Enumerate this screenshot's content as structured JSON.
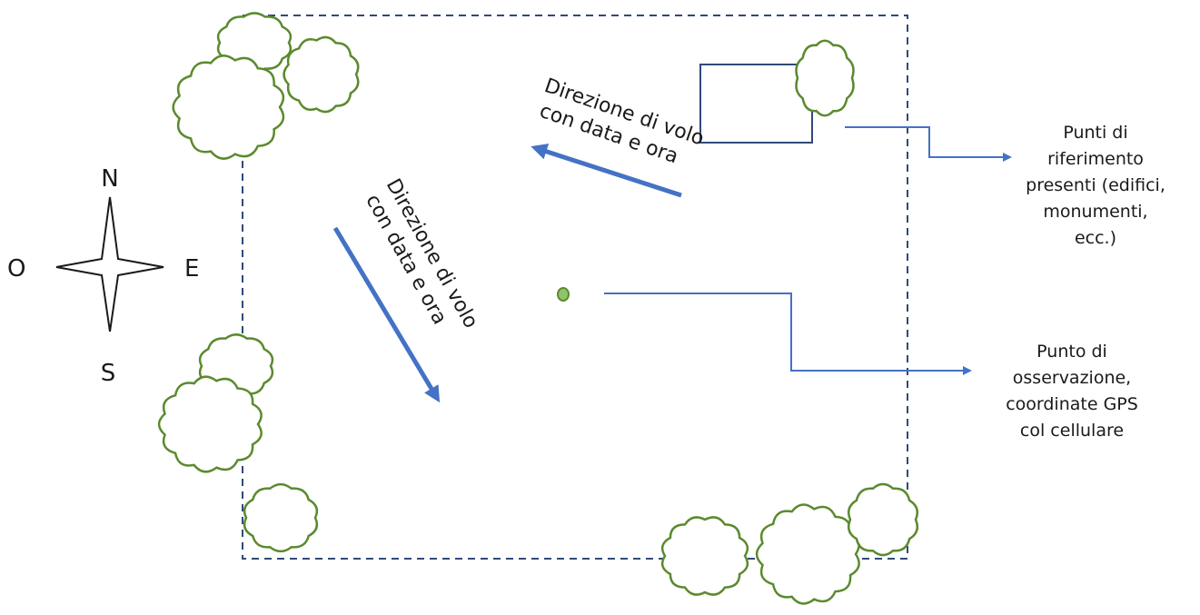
{
  "compass": {
    "north": "N",
    "south": "S",
    "east": "E",
    "west": "O"
  },
  "arrows": {
    "flight_upper": {
      "line1": "Direzione di volo",
      "line2": "con data e ora"
    },
    "flight_left": {
      "line1": "Direzione di volo",
      "line2": "con data e ora"
    }
  },
  "callouts": {
    "landmarks": "Punti di\nriferimento\npresenti (edifici,\nmonumenti,\necc.)",
    "observation_point": "Punto di\nosservazione,\ncoordinate GPS\ncol cellulare"
  },
  "colors": {
    "tree": "#5b8a2e",
    "tree_fill": "#ffffff",
    "arrow": "#4472c4",
    "area_border": "#2f4a7a",
    "point_fill": "#8fc46a"
  }
}
